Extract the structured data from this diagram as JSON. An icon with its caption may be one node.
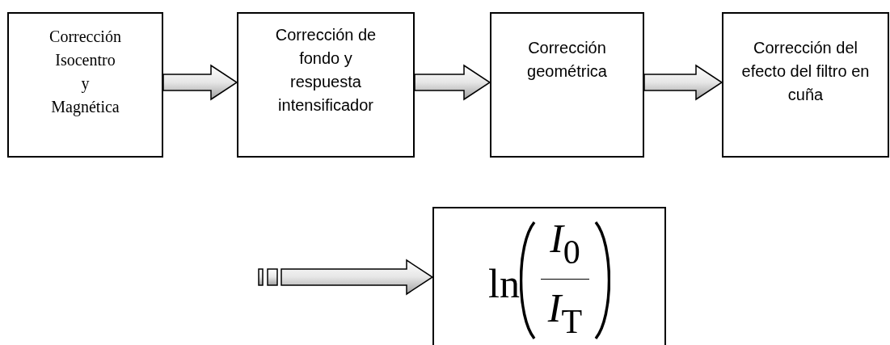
{
  "diagram": {
    "nodes": [
      {
        "text": [
          "Corrección Isocentro y Magnética"
        ]
      },
      {
        "text": [
          "Corrección de fondo y respuesta intensificador"
        ]
      },
      {
        "text": [
          "Corrección geométrica"
        ]
      },
      {
        "text": [
          "Corrección del efecto del filtro en cuña"
        ]
      },
      {
        "text": [
          "ln",
          "*I*$_{0}$",
          "*I*$_{T}$"
        ]
      }
    ],
    "edges": [
      {
        "from": 0,
        "to": 1,
        "arrow": "to"
      },
      {
        "from": 1,
        "to": 2,
        "arrow": "to"
      },
      {
        "from": 2,
        "to": 3,
        "arrow": "to"
      },
      {
        "from": null,
        "to": 4,
        "arrow": "to"
      }
    ]
  }
}
